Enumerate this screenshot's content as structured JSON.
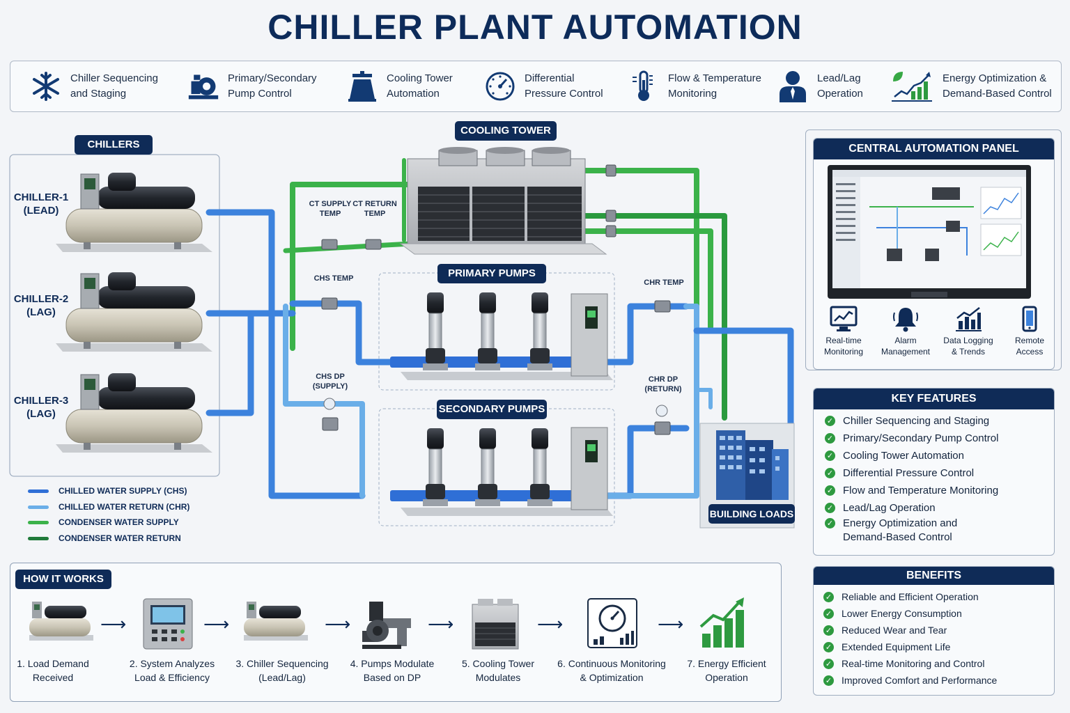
{
  "title": "CHILLER PLANT AUTOMATION",
  "features": [
    {
      "icon": "snowflake-icon",
      "label1": "Chiller Sequencing",
      "label2": "and Staging"
    },
    {
      "icon": "pump-icon",
      "label1": "Primary/Secondary",
      "label2": "Pump Control"
    },
    {
      "icon": "cooling-tower-icon",
      "label1": "Cooling Tower",
      "label2": "Automation"
    },
    {
      "icon": "gauge-icon",
      "label1": "Differential",
      "label2": "Pressure Control"
    },
    {
      "icon": "thermometer-icon",
      "label1": "Flow & Temperature",
      "label2": "Monitoring"
    },
    {
      "icon": "operator-icon",
      "label1": "Lead/Lag",
      "label2": "Operation"
    },
    {
      "icon": "energy-chart-icon",
      "label1": "Energy Optimization &",
      "label2": "Demand-Based Control"
    }
  ],
  "diagram": {
    "chillers_tag": "CHILLERS",
    "chillers": [
      {
        "name": "CHILLER-1",
        "role": "(LEAD)"
      },
      {
        "name": "CHILLER-2",
        "role": "(LAG)"
      },
      {
        "name": "CHILLER-3",
        "role": "(LAG)"
      }
    ],
    "cooling_tower_tag": "COOLING TOWER",
    "primary_pumps_tag": "PRIMARY PUMPS",
    "secondary_pumps_tag": "SECONDARY PUMPS",
    "building_loads_tag": "BUILDING LOADS",
    "sensors": {
      "ct_supply_1": "CT SUPPLY",
      "ct_supply_2": "TEMP",
      "ct_return_1": "CT RETURN",
      "ct_return_2": "TEMP",
      "chs_temp": "CHS TEMP",
      "chr_temp": "CHR TEMP",
      "chs_dp_1": "CHS DP",
      "chs_dp_2": "(SUPPLY)",
      "chr_dp_1": "CHR DP",
      "chr_dp_2": "(RETURN)"
    },
    "legend": [
      {
        "label": "CHILLED WATER SUPPLY (CHS)",
        "color": "#2f6fd6"
      },
      {
        "label": "CHILLED WATER RETURN (CHR)",
        "color": "#6aaee8"
      },
      {
        "label": "CONDENSER WATER SUPPLY",
        "color": "#3bb24a"
      },
      {
        "label": "CONDENSER WATER RETURN",
        "color": "#1f7a3a"
      }
    ]
  },
  "central_panel": {
    "title": "CENTRAL AUTOMATION PANEL",
    "items": [
      {
        "icon": "monitor-chart-icon",
        "label1": "Real-time",
        "label2": "Monitoring"
      },
      {
        "icon": "bell-icon",
        "label1": "Alarm",
        "label2": "Management"
      },
      {
        "icon": "bar-chart-icon",
        "label1": "Data Logging",
        "label2": "& Trends"
      },
      {
        "icon": "phone-icon",
        "label1": "Remote",
        "label2": "Access"
      }
    ]
  },
  "key_features": {
    "title": "KEY FEATURES",
    "items": [
      "Chiller Sequencing and Staging",
      "Primary/Secondary Pump Control",
      "Cooling Tower Automation",
      "Differential Pressure Control",
      "Flow and Temperature Monitoring",
      "Lead/Lag Operation",
      "Energy Optimization and",
      "Demand-Based Control"
    ]
  },
  "benefits": {
    "title": "BENEFITS",
    "items": [
      "Reliable and Efficient Operation",
      "Lower Energy Consumption",
      "Reduced Wear and Tear",
      "Extended Equipment Life",
      "Real-time Monitoring and Control",
      "Improved Comfort and Performance"
    ]
  },
  "how_it_works": {
    "title": "HOW IT WORKS",
    "steps": [
      {
        "icon": "chiller-icon",
        "line1": "1. Load Demand",
        "line2": "Received"
      },
      {
        "icon": "controller-icon",
        "line1": "2. System Analyzes",
        "line2": "Load & Efficiency"
      },
      {
        "icon": "chiller-icon",
        "line1": "3. Chiller Sequencing",
        "line2": "(Lead/Lag)"
      },
      {
        "icon": "pump-icon",
        "line1": "4. Pumps Modulate",
        "line2": "Based on DP"
      },
      {
        "icon": "cooling-tower-icon",
        "line1": "5. Cooling Tower",
        "line2": "Modulates"
      },
      {
        "icon": "gauge-icon",
        "line1": "6. Continuous Monitoring",
        "line2": "& Optimization"
      },
      {
        "icon": "growth-chart-icon",
        "line1": "7. Energy Efficient",
        "line2": "Operation"
      }
    ]
  }
}
